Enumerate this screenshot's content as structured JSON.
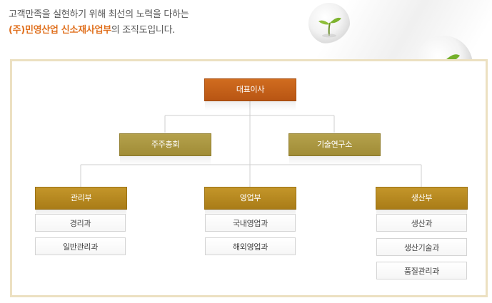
{
  "intro": {
    "line1": "고객만족을 실현하기 위해 최선의 노력을 다하는",
    "company": "(주)민영산업  신소재사업부",
    "line2_suffix": "의 조직도입니다."
  },
  "org": {
    "ceo": "대표이사",
    "shareholders": "주주총회",
    "rnd": "기술연구소",
    "departments": [
      {
        "name": "관리부",
        "teams": [
          "경리과",
          "일반관리과"
        ]
      },
      {
        "name": "영업부",
        "teams": [
          "국내영업과",
          "해외영업과"
        ]
      },
      {
        "name": "생산부",
        "teams": [
          "생산과",
          "생산기술과",
          "품질관리과"
        ]
      }
    ]
  },
  "colors": {
    "ceo": "#c05e18",
    "mid": "#a8953f",
    "dept": "#b5881f",
    "accent_text": "#e0701e",
    "frame": "#ece0c1"
  },
  "icons": [
    "sprout-globe-small",
    "sprout-globe-large"
  ]
}
